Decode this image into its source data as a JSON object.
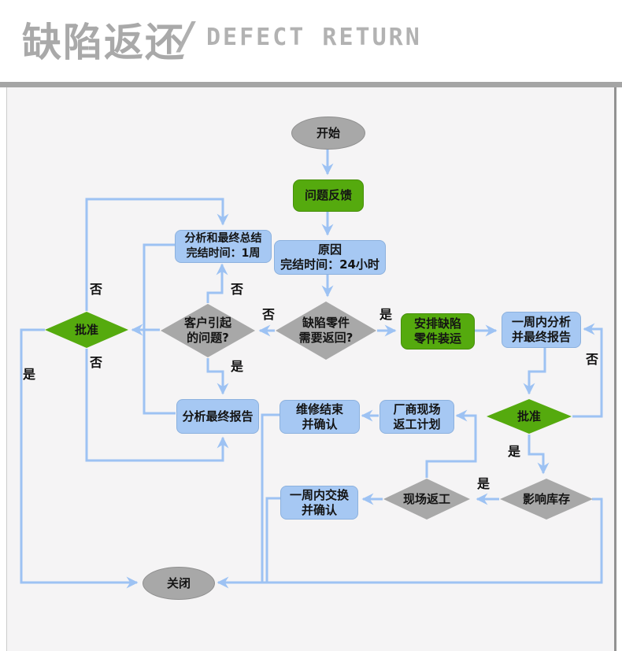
{
  "header": {
    "title_zh": "缺陷返还",
    "separator": "/",
    "title_en": "DEFECT RETURN"
  },
  "flowchart": {
    "nodes": {
      "start": {
        "shape": "ellipse",
        "color": "gray",
        "lines": [
          "开始"
        ]
      },
      "feedback": {
        "shape": "rect",
        "color": "green",
        "lines": [
          "问题反馈"
        ]
      },
      "cause": {
        "shape": "rect",
        "color": "blue",
        "lines": [
          "原因",
          "完结时间：24小时"
        ]
      },
      "need_return": {
        "shape": "diamond",
        "color": "gray",
        "lines": [
          "缺陷零件",
          "需要返回?"
        ]
      },
      "customer_caused": {
        "shape": "diamond",
        "color": "gray",
        "lines": [
          "客户引起",
          "的问题?"
        ]
      },
      "analysis_summary": {
        "shape": "rect",
        "color": "blue",
        "lines": [
          "分析和最终总结",
          "完结时间：1周"
        ]
      },
      "approve_left": {
        "shape": "diamond",
        "color": "green",
        "lines": [
          "批准"
        ]
      },
      "arrange_shipment": {
        "shape": "rect",
        "color": "green",
        "lines": [
          "安排缺陷",
          "零件装运"
        ]
      },
      "week_analysis": {
        "shape": "rect",
        "color": "blue",
        "lines": [
          "一周内分析",
          "并最终报告"
        ]
      },
      "approve_right": {
        "shape": "diamond",
        "color": "green",
        "lines": [
          "批准"
        ]
      },
      "vendor_plan": {
        "shape": "rect",
        "color": "blue",
        "lines": [
          "厂商现场",
          "返工计划"
        ]
      },
      "repair_done": {
        "shape": "rect",
        "color": "blue",
        "lines": [
          "维修结束",
          "并确认"
        ]
      },
      "final_report": {
        "shape": "rect",
        "color": "blue",
        "lines": [
          "分析最终报告"
        ]
      },
      "inventory": {
        "shape": "diamond",
        "color": "gray",
        "lines": [
          "影响库存"
        ]
      },
      "onsite_rework": {
        "shape": "diamond",
        "color": "gray",
        "lines": [
          "现场返工"
        ]
      },
      "exchange": {
        "shape": "rect",
        "color": "blue",
        "lines": [
          "一周内交换",
          "并确认"
        ]
      },
      "close": {
        "shape": "ellipse",
        "color": "gray",
        "lines": [
          "关闭"
        ]
      }
    },
    "edge_labels": {
      "need_return_yes": "是",
      "need_return_no": "否",
      "customer_no_up": "否",
      "customer_yes_down": "是",
      "approve_left_no_up": "否",
      "approve_left_no_down": "否",
      "approve_left_yes": "是",
      "approve_right_no": "否",
      "approve_right_yes": "是",
      "inventory_yes": "是"
    },
    "colors": {
      "node_green": "#55aa0e",
      "node_blue": "#a6c8f3",
      "node_gray": "#a8a8a8",
      "arrow_blue": "#9dc2f3",
      "title_gray": "#a9a9a9",
      "panel_bg": "#f5f4f5"
    }
  }
}
